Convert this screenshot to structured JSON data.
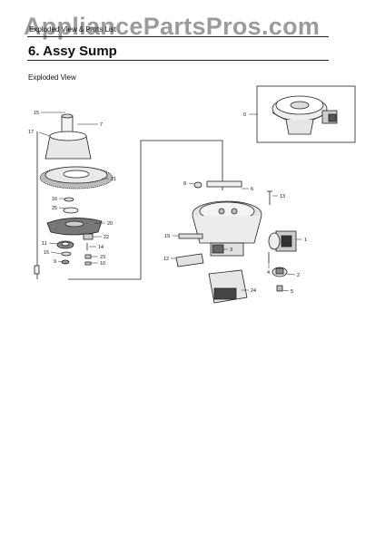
{
  "watermark": "AppliancePartsPros.com",
  "header_label": "Exploded View & Parts List",
  "section_title": "6.  Assy Sump",
  "subsection_title": "Exploded View",
  "part_labels": {
    "p15": "15",
    "p7": "7",
    "p17": "17",
    "p21": "21",
    "p16": "16",
    "p25": "25",
    "p20": "20",
    "p22": "22",
    "p11": "11",
    "p14": "14",
    "p15b": "15",
    "p23": "23",
    "p9": "9",
    "p10": "10",
    "p0": "0",
    "p8": "8",
    "p6": "6",
    "p13": "13",
    "p19": "19",
    "p3": "3",
    "p1": "1",
    "p12": "12",
    "p4": "4",
    "p2": "2",
    "p24": "24",
    "p5": "5"
  }
}
